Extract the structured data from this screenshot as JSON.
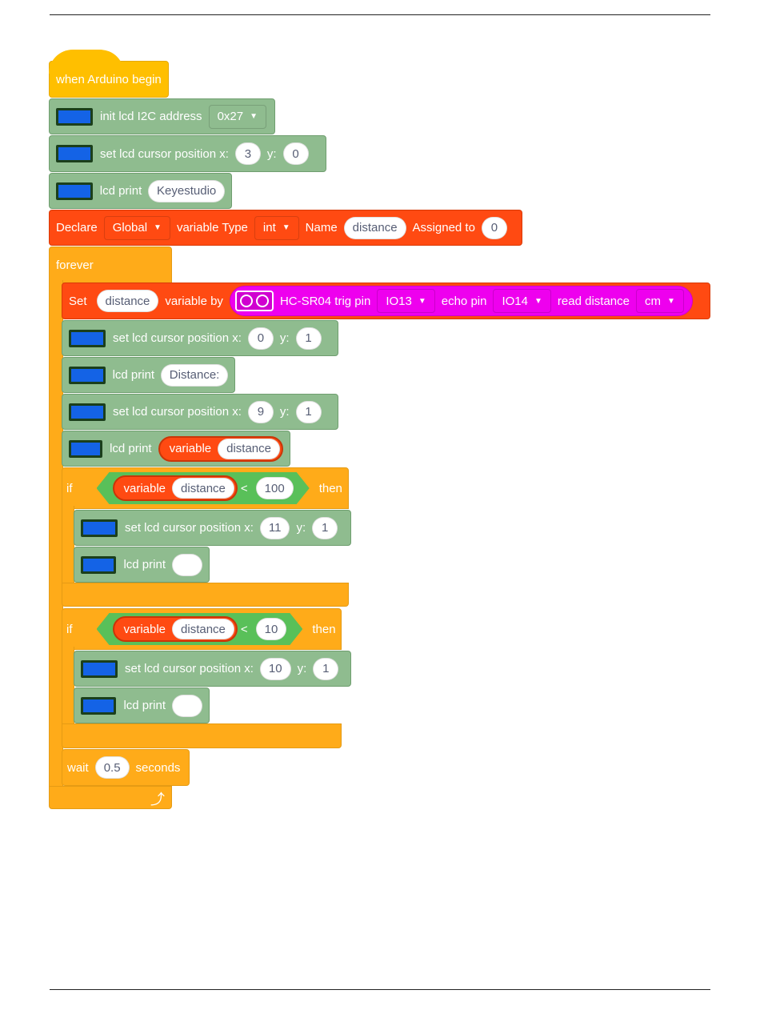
{
  "hat": {
    "label": "when Arduino begin"
  },
  "init_lcd": {
    "label": "init lcd I2C address",
    "address": "0x27"
  },
  "set_cursor_1": {
    "label": "set lcd cursor position x:",
    "x": "3",
    "y_label": "y:",
    "y": "0"
  },
  "print_1": {
    "label": "lcd print",
    "text": "Keyestudio"
  },
  "declare": {
    "label": "Declare",
    "scope": "Global",
    "type_label": "variable Type",
    "type": "int",
    "name_label": "Name",
    "name": "distance",
    "assign_label": "Assigned to",
    "value": "0"
  },
  "forever": {
    "label": "forever"
  },
  "set_var": {
    "label": "Set",
    "var": "distance",
    "by_label": "variable by",
    "sensor_label": "HC-SR04 trig pin",
    "trig": "IO13",
    "echo_label": "echo pin",
    "echo": "IO14",
    "read_label": "read distance",
    "unit": "cm"
  },
  "set_cursor_2": {
    "label": "set lcd cursor position x:",
    "x": "0",
    "y_label": "y:",
    "y": "1"
  },
  "print_2": {
    "label": "lcd print",
    "text": "Distance:"
  },
  "set_cursor_3": {
    "label": "set lcd cursor position x:",
    "x": "9",
    "y_label": "y:",
    "y": "1"
  },
  "print_3": {
    "label": "lcd print",
    "var_label": "variable",
    "var": "distance"
  },
  "if_1": {
    "label": "if",
    "var_label": "variable",
    "var": "distance",
    "op": "<",
    "value": "100",
    "then": "then",
    "cursor": {
      "label": "set lcd cursor position x:",
      "x": "11",
      "y_label": "y:",
      "y": "1"
    },
    "print": {
      "label": "lcd print",
      "text": ""
    }
  },
  "if_2": {
    "label": "if",
    "var_label": "variable",
    "var": "distance",
    "op": "<",
    "value": "10",
    "then": "then",
    "cursor": {
      "label": "set lcd cursor position x:",
      "x": "10",
      "y_label": "y:",
      "y": "1"
    },
    "print": {
      "label": "lcd print",
      "text": ""
    }
  },
  "wait": {
    "label": "wait",
    "value": "0.5",
    "unit": "seconds"
  },
  "icons": {
    "lcd": "lcd-display-icon",
    "sensor": "ultrasonic-sensor-icon",
    "loop": "loop-arrow-icon",
    "caret": "caret-down-icon"
  },
  "colors": {
    "event": "#ffbf00",
    "lcd": "#8fbc8f",
    "variable": "#ff4a12",
    "control": "#ffab19",
    "sensor": "#ee00ee",
    "operator": "#59c059"
  }
}
